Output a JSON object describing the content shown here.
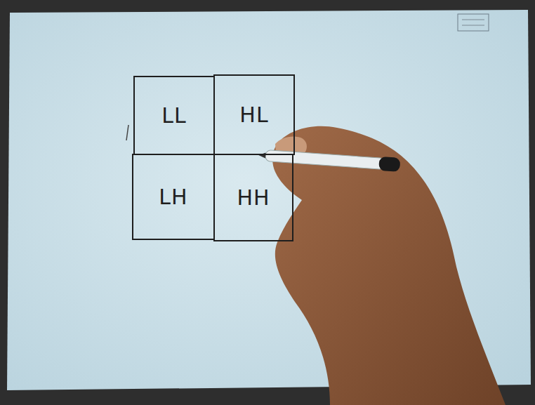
{
  "diagram": {
    "nodes": [
      {
        "text": [
          "LL"
        ]
      },
      {
        "text": [
          "HL"
        ]
      },
      {
        "text": [
          "LH"
        ]
      },
      {
        "text": [
          "HH"
        ]
      }
    ]
  }
}
